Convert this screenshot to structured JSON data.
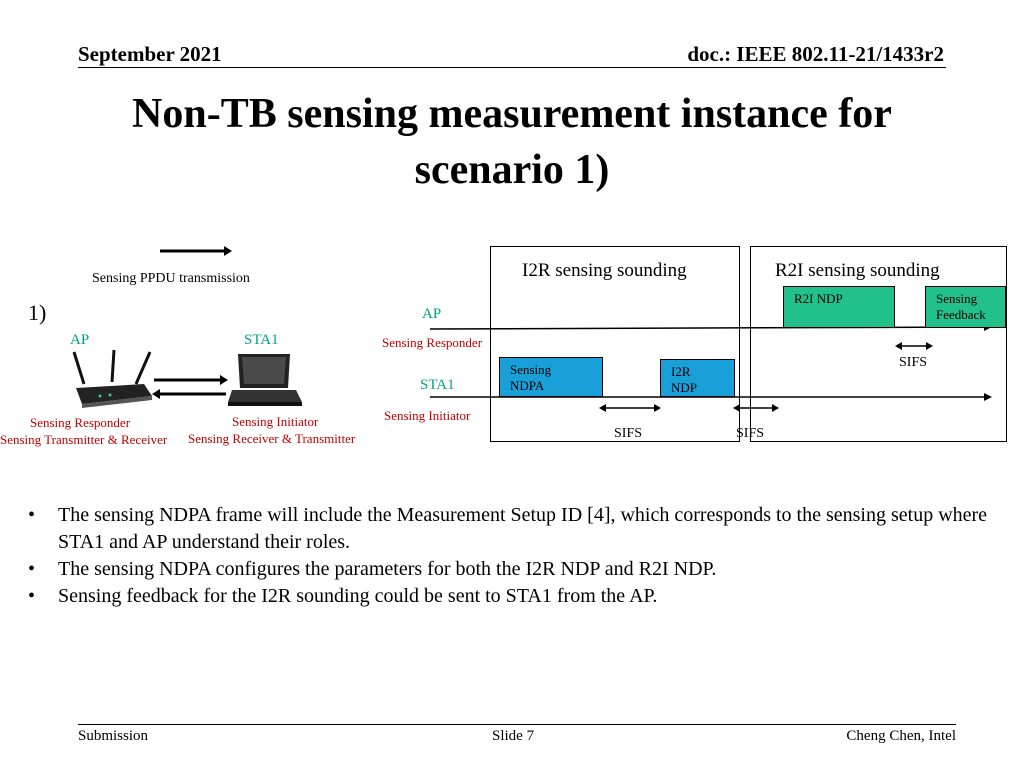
{
  "header": {
    "date": "September 2021",
    "doc": "doc.: IEEE 802.11-21/1433r2"
  },
  "title": {
    "line1": "Non-TB sensing measurement instance for",
    "line2": "scenario 1)"
  },
  "legend": {
    "label": "Sensing PPDU transmission"
  },
  "scenario": {
    "number": "1)",
    "ap_label": "AP",
    "sta_label": "STA1",
    "ap_role": "Sensing Responder",
    "ap_role2": "Sensing Transmitter & Receiver",
    "sta_role": "Sensing Initiator",
    "sta_role2": "Sensing Receiver & Transmitter"
  },
  "timeline": {
    "i2r_title": "I2R sensing sounding",
    "r2i_title": "R2I sensing sounding",
    "ap_label": "AP",
    "ap_role": "Sensing Responder",
    "sta_label": "STA1",
    "sta_role": "Sensing Initiator",
    "frames": {
      "ndpa_line1": "Sensing",
      "ndpa_line2": "NDPA",
      "i2r_line1": "I2R",
      "i2r_line2": "NDP",
      "r2i": "R2I NDP",
      "fb_line1": "Sensing",
      "fb_line2": "Feedback"
    },
    "sifs": "SIFS"
  },
  "bullets": [
    "The sensing NDPA frame will include the Measurement Setup ID [4], which corresponds to the sensing setup where STA1 and AP understand their roles.",
    "The sensing NDPA configures the parameters for both the I2R NDP and R2I NDP.",
    "Sensing feedback for the I2R sounding could be sent to STA1 from the AP."
  ],
  "footer": {
    "left": "Submission",
    "center": "Slide 7",
    "right": "Cheng Chen, Intel"
  },
  "colors": {
    "frame_blue": "#1aa0d8",
    "frame_green": "#22c08a",
    "role_red": "#c00000",
    "label_teal": "#00a08a"
  }
}
